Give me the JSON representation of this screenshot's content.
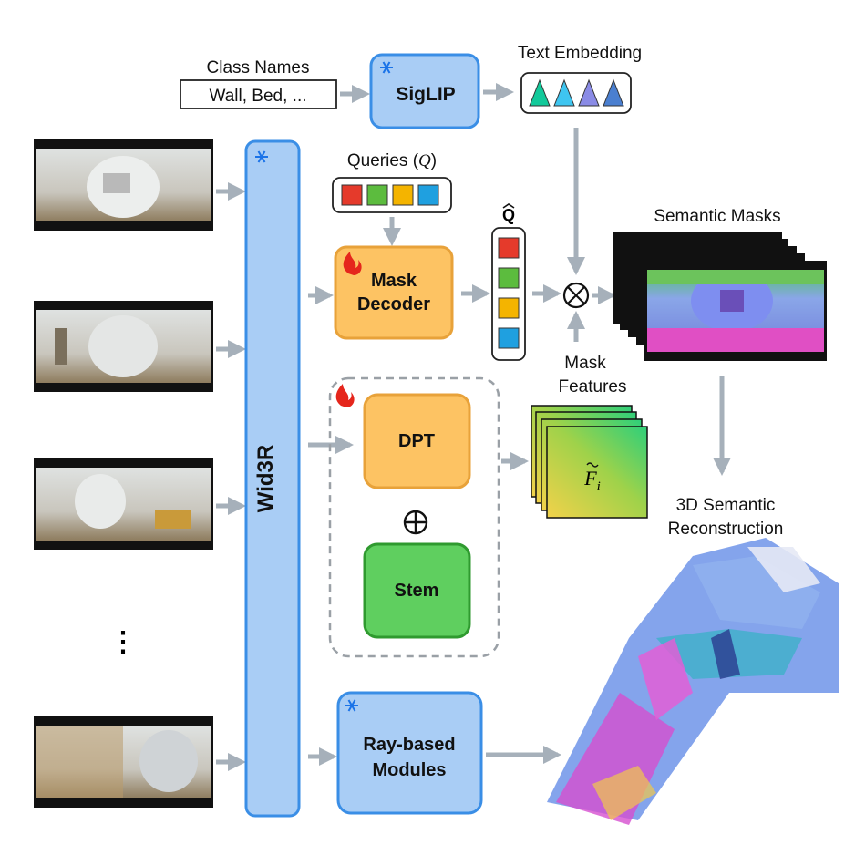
{
  "class_names": {
    "label": "Class Names",
    "input_value": "Wall, Bed, ..."
  },
  "siglip": {
    "label": "SigLIP"
  },
  "text_embedding": {
    "label": "Text Embedding",
    "colors": [
      "#12c99a",
      "#3ec5f0",
      "#8a8be6",
      "#4a7fd0"
    ]
  },
  "queries": {
    "label": "Queries (",
    "symbol": "Q",
    "close": ")",
    "colors": [
      "#e53a2b",
      "#5cbc3e",
      "#f4b400",
      "#1fa0e0"
    ]
  },
  "q_hat": {
    "label": "Q"
  },
  "backbone": {
    "label": "Wid3R"
  },
  "mask_decoder": {
    "line1": "Mask",
    "line2": "Decoder"
  },
  "dpt": {
    "label": "DPT"
  },
  "stem": {
    "label": "Stem"
  },
  "ray_modules": {
    "line1": "Ray-based",
    "line2": "Modules"
  },
  "mask_features": {
    "line1": "Mask",
    "line2": "Features",
    "symbol": "F",
    "subscript": "i"
  },
  "semantic_masks": {
    "label": "Semantic Masks"
  },
  "reconstruction": {
    "line1": "3D Semantic",
    "line2": "Reconstruction"
  },
  "ellipsis": "⋮",
  "colors": {
    "frozen_fill": "#a9cdf5",
    "frozen_stroke": "#3a8ee6",
    "decoder_fill": "#fdc363",
    "decoder_stroke": "#e8a23a",
    "stem_fill": "#5fcf5f",
    "stem_stroke": "#2f9a2f",
    "arrow": "#a6b0ba",
    "dashed": "#9aa0a6"
  },
  "icons": {
    "frozen": "snowflake-icon",
    "trainable": "fire-icon",
    "multiply": "otimes-icon",
    "add": "oplus-icon"
  }
}
